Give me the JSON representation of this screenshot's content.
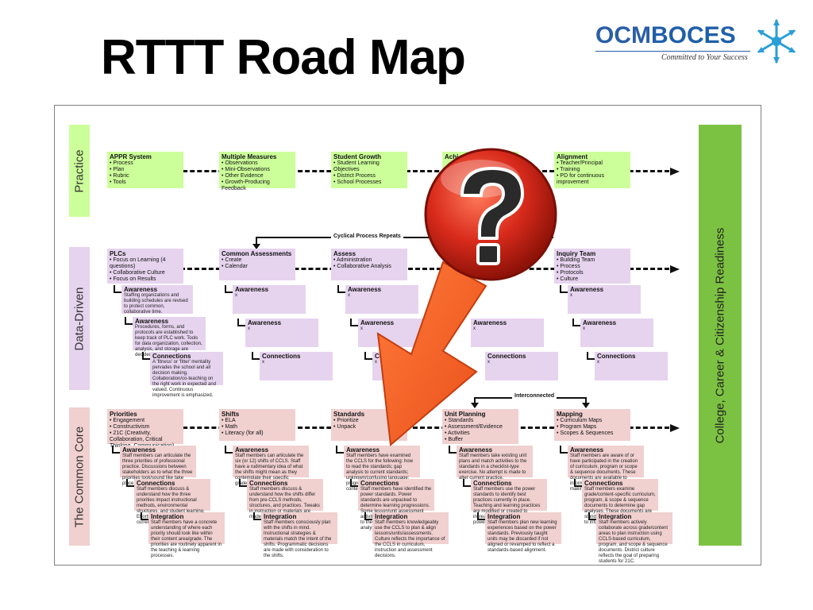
{
  "title": "RTTT Road Map",
  "logo": {
    "ocm": "OCM",
    "boces": "BOCES",
    "tagline": "Committed to Your Success"
  },
  "right_bar": "College, Career & Citizenship Readiness",
  "bands": {
    "practice": "Practice",
    "data": "Data-Driven",
    "core": "The Common Core"
  },
  "practice": [
    {
      "title": "APPR System",
      "items": [
        "Process",
        "Plan",
        "Rubric",
        "Tools"
      ]
    },
    {
      "title": "Multiple Measures",
      "items": [
        "Observations",
        "Mini-Observations",
        "Other Evidence",
        "Growth-Producing Feedback"
      ]
    },
    {
      "title": "Student Growth",
      "items": [
        "Student Learning Objectives",
        "District Process",
        "School Processes"
      ]
    },
    {
      "title": "Achi",
      "items": [
        "",
        ""
      ]
    },
    {
      "title": "Alignment",
      "items": [
        "Teacher/Principal",
        "Training",
        "PD for continuous improvement"
      ]
    }
  ],
  "data_notes": {
    "cycle": "Cyclical Process Repeats",
    "interconnected": "Interconnected"
  },
  "data": [
    {
      "title": "PLCs",
      "items": [
        "Focus on Learning (4 questions)",
        "Collaborative Culture",
        "Focus on Results"
      ]
    },
    {
      "title": "Common Assessments",
      "items": [
        "Create",
        "Calendar"
      ]
    },
    {
      "title": "Assess",
      "items": [
        "Administration",
        "Collaborative Analysis"
      ]
    },
    {
      "title": "Inquiry Team",
      "items": [
        "Building Team",
        "Process",
        "Protocols",
        "Culture"
      ]
    }
  ],
  "data_subs": {
    "awareness": "Awareness",
    "connections": "Connections",
    "x": "x",
    "plc_aw1": "Staffing organizations and building schedules are revised to protect common, collaborative time.",
    "plc_aw2": "Procedures, forms, and protocols are established to keep track of PLC work. Tools for data organization, collection, analysis, and storage are decided.",
    "plc_conn": "A 'fitness' or 'fitter' mentality pervades the school and all decision making. Collaboration/co-teaching on the right work in expected and valued. Continuous improvement is emphasized."
  },
  "core": [
    {
      "title": "Priorities",
      "items": [
        "Engagement",
        "Constructivism",
        "21C (Creativity, Collaboration, Critical Thinking, Communication)"
      ]
    },
    {
      "title": "Shifts",
      "items": [
        "ELA",
        "Math",
        "Literacy (for all)"
      ]
    },
    {
      "title": "Standards",
      "items": [
        "Prioritize",
        "Unpack"
      ]
    },
    {
      "title": "Unit Planning",
      "items": [
        "Standards",
        "Assessment/Evidence",
        "Activities",
        "Buffer"
      ]
    },
    {
      "title": "Mapping",
      "items": [
        "Curriculum Maps",
        "Program Maps",
        "Scopes & Sequences"
      ]
    }
  ],
  "core_subs": {
    "awareness": "Awareness",
    "connections": "Connections",
    "integration": "Integration",
    "aw": [
      "Staff members can articulate the three priorities of professional practice. Discussions between stakeholders as to what the three priorities look/sound like take place.",
      "Staff members can articulate the six (or 12) shifts of CCLS. Staff have a rudimentary idea of what the shifts might mean as they contemplate their specific grade/content area.",
      "Staff members have examined the CCLS for the following: how to read the standards; gap analysis to current standards; unknown/confusing language; progression of skills; and contents of Appendices.",
      "Staff members take existing unit plans and match activities to the standards in a checklist-type exercise. No attempt is made to alter current practice.",
      "Staff members are aware of or have participated in the creation of curriculum, program or scope & sequence documents. These documents are available to inform instructional decision-making."
    ],
    "conn": [
      "Staff members discuss & understand how the three priorities impact instructional methods, environmental structures, and student learning. Efforts are made to modify current teaching &",
      "Staff members discuss & understand how the shifts differ from pre-CCLS methods, structures, and practices. Tweaks in instruction or materials are made in response to the shifts.",
      "Staff members have identified the power standards. Power standards are unpacked to determine learning progressions. Some lesson/unit assessment activities are revised or matched to the power standards. Gap analysis",
      "Staff members use the power standards to identify best practices currently in place. Teaching and learning practices are modified or created to increase alignment with the power standards.",
      "Staff members examine grade/content-specific curriculum, program, & scope & sequence documents to determine gap analyses. These documents are standards-referenced i.e., revised to infuse the CCLS."
    ],
    "int": [
      "Staff members have a concrete understanding of where each priority should look like within their content area/grade. The priorities are routinely apparent in the teaching & learning processes.",
      "Staff members consciously plan with the shifts in mind. Instructional strategies & materials match the intent of the shifts. Programmatic decisions are made with consideration to the shifts.",
      "Staff members knowledgeably use the CCLS to plan & align lessons/units/assessments. Culture reflects the importance of the CCLS in curriculum, instruction and assessment decisions.",
      "Staff members plan new learning experiences based on the power standards. Previously taught units may be discarded if not aligned or revamped to reflect a standards-based alignment.",
      "Staff members actively collaborate across grade/content areas to plan instruction using CCLS-based curriculum, program, and scope & sequence documents. District culture reflects the goal of preparing students for 21C."
    ]
  },
  "colors": {
    "practice_bg": "#ccff99",
    "data_bg": "#e6d3ee",
    "core_bg": "#f1d0d0",
    "bar": "#7cc242",
    "arrow": "#f05a1e",
    "question": "#d92b1c"
  },
  "overlay_icon": "question-mark-icon"
}
